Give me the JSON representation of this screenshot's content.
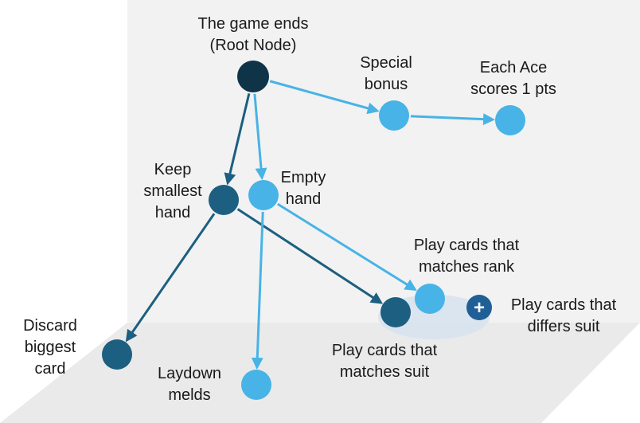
{
  "diagram": {
    "colors": {
      "root": "#0f3347",
      "dark": "#1c5f80",
      "light": "#47b3e6",
      "plus_button": "#1f5f96",
      "plane_back": "#f2f2f2",
      "plane_floor": "#eaeaea",
      "highlight": "#d8e3ef"
    },
    "nodes": [
      {
        "id": "root",
        "lines": [
          "The game ends",
          "(Root Node)"
        ],
        "tone": "root"
      },
      {
        "id": "special-bonus",
        "lines": [
          "Special",
          "bonus"
        ],
        "tone": "light"
      },
      {
        "id": "each-ace",
        "lines": [
          "Each Ace",
          "scores 1 pts"
        ],
        "tone": "light"
      },
      {
        "id": "keep-smallest",
        "lines": [
          "Keep",
          "smallest",
          "hand"
        ],
        "tone": "dark"
      },
      {
        "id": "empty-hand",
        "lines": [
          "Empty",
          "hand"
        ],
        "tone": "light"
      },
      {
        "id": "play-rank",
        "lines": [
          "Play cards that",
          "matches rank"
        ],
        "tone": "light"
      },
      {
        "id": "play-suit",
        "lines": [
          "Play cards that",
          "matches suit"
        ],
        "tone": "dark"
      },
      {
        "id": "discard-biggest",
        "lines": [
          "Discard",
          "biggest",
          "card"
        ],
        "tone": "dark"
      },
      {
        "id": "laydown-melds",
        "lines": [
          "Laydown",
          "melds"
        ],
        "tone": "light"
      },
      {
        "id": "differs-suit",
        "lines": [
          "Play cards that",
          "differs suit"
        ],
        "tone": "plus"
      }
    ],
    "edges": [
      {
        "from": "root",
        "to": "special-bonus",
        "tone": "light"
      },
      {
        "from": "special-bonus",
        "to": "each-ace",
        "tone": "light"
      },
      {
        "from": "root",
        "to": "keep-smallest",
        "tone": "dark"
      },
      {
        "from": "root",
        "to": "empty-hand",
        "tone": "light"
      },
      {
        "from": "keep-smallest",
        "to": "discard-biggest",
        "tone": "dark"
      },
      {
        "from": "keep-smallest",
        "to": "play-suit",
        "tone": "dark"
      },
      {
        "from": "empty-hand",
        "to": "play-rank",
        "tone": "light"
      },
      {
        "from": "empty-hand",
        "to": "laydown-melds",
        "tone": "light"
      }
    ],
    "plus_symbol": "+"
  }
}
